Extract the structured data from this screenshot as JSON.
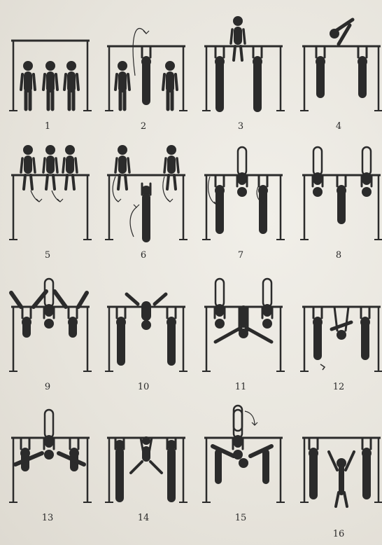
{
  "figure": {
    "panels": [
      {
        "label": "1"
      },
      {
        "label": "2"
      },
      {
        "label": "3"
      },
      {
        "label": "4"
      },
      {
        "label": "5"
      },
      {
        "label": "6"
      },
      {
        "label": "7"
      },
      {
        "label": "8"
      },
      {
        "label": "9"
      },
      {
        "label": "10"
      },
      {
        "label": "11"
      },
      {
        "label": "12"
      },
      {
        "label": "13"
      },
      {
        "label": "14"
      },
      {
        "label": "15"
      },
      {
        "label": "16"
      }
    ]
  },
  "colors": {
    "ink": "#2b2b2b",
    "paper": "#e9e6df"
  }
}
